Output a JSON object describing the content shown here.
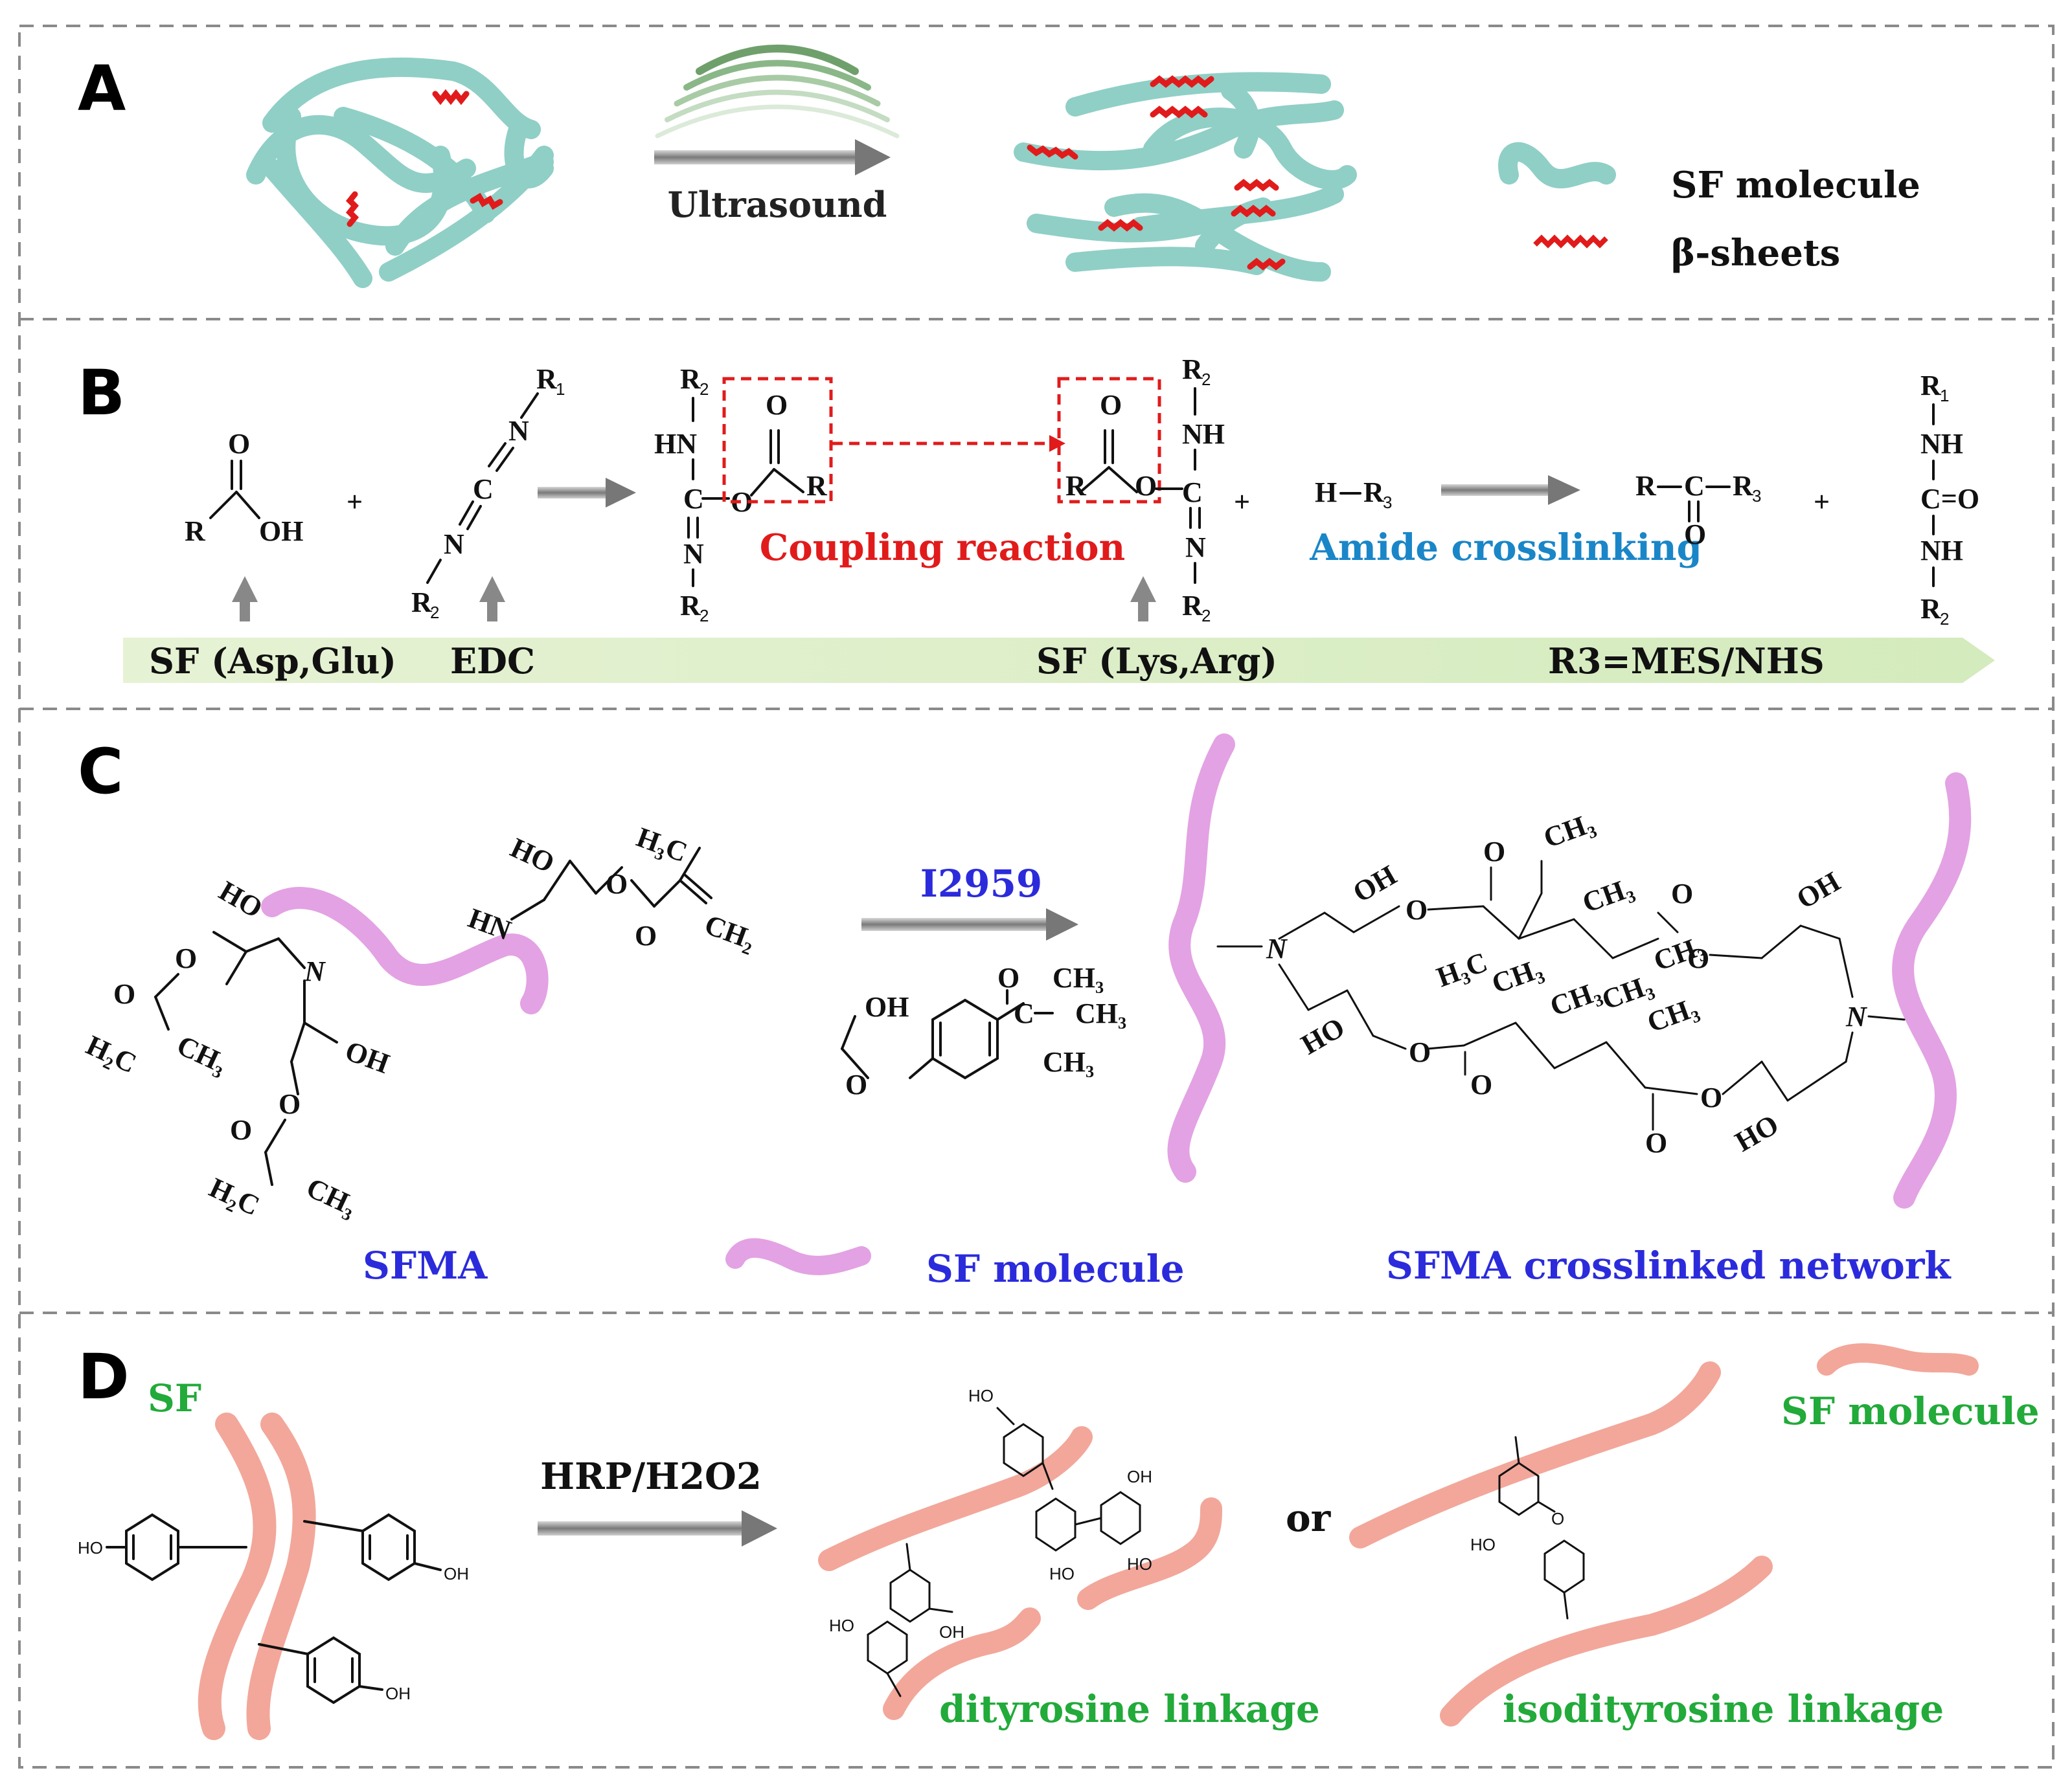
{
  "panels": {
    "a": {
      "letter": "A",
      "process_label": "Ultrasound",
      "legend": {
        "sf_molecule": "SF molecule",
        "beta_sheets": "β-sheets"
      }
    },
    "b": {
      "letter": "B",
      "coupling_label": "Coupling reaction",
      "amide_label": "Amide crosslinking",
      "band": {
        "sf_asp_glu": "SF (Asp,Glu)",
        "edc": "EDC",
        "sf_lys_arg": "SF (Lys,Arg)",
        "r3": "R3=MES/NHS"
      }
    },
    "c": {
      "letter": "C",
      "initiator_label": "I2959",
      "sfma_label": "SFMA",
      "legend_sf": "SF molecule",
      "network_label": "SFMA crosslinked network"
    },
    "d": {
      "letter": "D",
      "sf_label": "SF",
      "reagent_label": "HRP/H2O2",
      "or_label": "or",
      "dityrosine_label": "dityrosine linkage",
      "isodityrosine_label": "isodityrosine linkage",
      "legend_sf": "SF molecule"
    }
  },
  "colors": {
    "sf_chain_a": "#8fcfc6",
    "beta_sheet": "#e11b1b",
    "coupling_text": "#e11b1b",
    "amide_text": "#1a86c8",
    "sf_chain_c": "#e3a2e3",
    "panel_c_text": "#2b2bdc",
    "sf_chain_d": "#f2a79a",
    "panel_d_text": "#22aa3a",
    "process_band": "#d4ebbd"
  }
}
